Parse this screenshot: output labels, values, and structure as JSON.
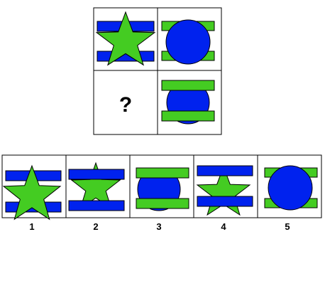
{
  "question_mark": "?",
  "colors": {
    "blue": "#0022ee",
    "green": "#44cc22",
    "outline": "#000000",
    "background": "#ffffff"
  },
  "matrix": {
    "cells": [
      {
        "position": "top-left",
        "content": "star-between-blue-bars"
      },
      {
        "position": "top-right",
        "content": "blue-circle-between-green-bars"
      },
      {
        "position": "bottom-left",
        "content": "question-mark"
      },
      {
        "position": "bottom-right",
        "content": "green-bars-over-blue-circle"
      }
    ]
  },
  "options": [
    {
      "label": "1",
      "content": "star-over-blue-bars"
    },
    {
      "label": "2",
      "content": "blue-bars-over-star"
    },
    {
      "label": "3",
      "content": "green-bars-over-blue-circle"
    },
    {
      "label": "4",
      "content": "blue-bars-over-star"
    },
    {
      "label": "5",
      "content": "blue-circle-over-green-bars"
    }
  ]
}
